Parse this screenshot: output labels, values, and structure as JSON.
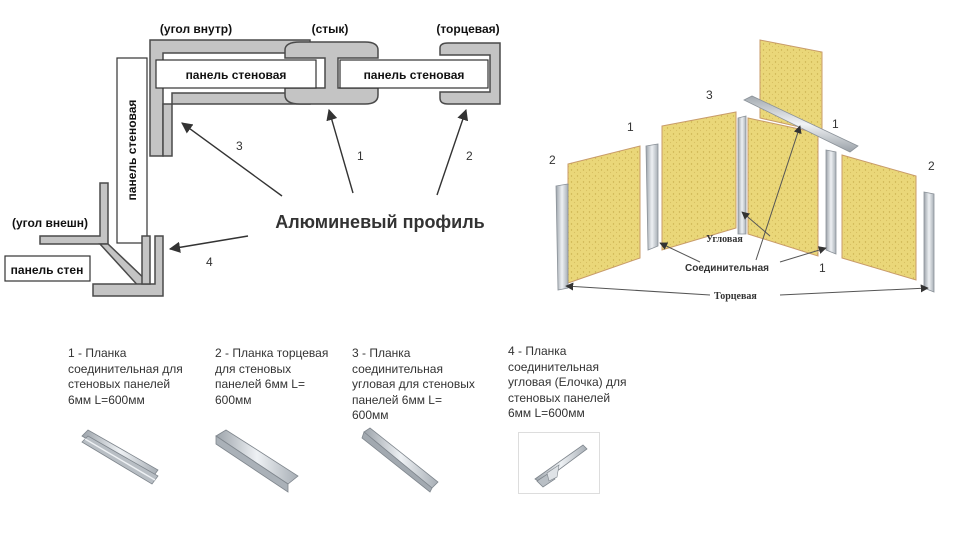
{
  "left_diagram": {
    "title": "Алюминевый профиль",
    "tags": {
      "inner_corner": "(угол внутр)",
      "joint": "(стык)",
      "end": "(торцевая)",
      "outer_corner": "(угол внешн)"
    },
    "panels": {
      "wall_panel_1": "панель стеновая",
      "wall_panel_2": "панель стеновая",
      "wall_panel_vertical": "панель стеновая",
      "wall_panel_short": "панель стен"
    },
    "arrow_numbers": {
      "a1": "1",
      "a2": "2",
      "a3": "3",
      "a4": "4"
    }
  },
  "right_diagram": {
    "numbers": {
      "n1_top": "1",
      "n1_left": "1",
      "n2_left": "2",
      "n3": "3",
      "n2_right": "2",
      "n1_bottom": "1"
    },
    "labels": {
      "corner": "Угловая",
      "connecting": "Соединительная",
      "end": "Торцевая"
    }
  },
  "products": [
    {
      "caption": "1 - Планка\nсоединительная для\nстеновых панелей\n6мм L=600мм"
    },
    {
      "caption": "2 - Планка торцевая\nдля стеновых\nпанелей 6мм L=\n600мм"
    },
    {
      "caption": "3 - Планка\nсоединительная\nугловая для стеновых\nпанелей 6мм L=\n600мм"
    },
    {
      "caption": "4 - Планка\nсоединительная\nугловая (Елочка) для\nстеновых панелей\n6мм L=600мм"
    }
  ],
  "colors": {
    "profile_fill": "#c4c4c4",
    "profile_stroke": "#4a4a4a",
    "panel_fill": "#e8d577",
    "aluminum": "#c9ced3"
  }
}
